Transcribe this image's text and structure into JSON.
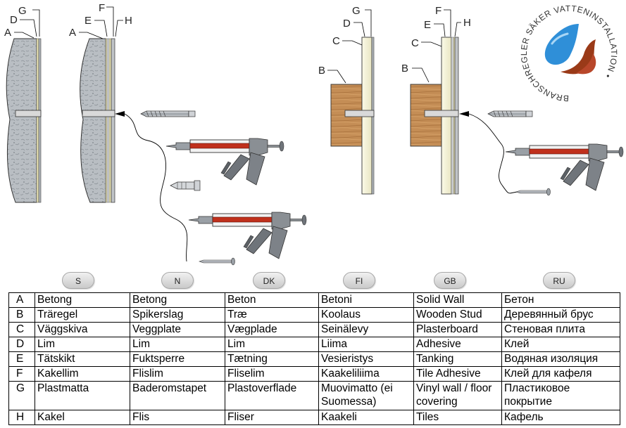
{
  "callout_letters": [
    "A",
    "B",
    "C",
    "D",
    "E",
    "F",
    "G",
    "H"
  ],
  "logo": {
    "name": "branschregler-saker-vatteninstallation-logo",
    "text": "BRANSCHREGLER SÄKER VATTENINSTALLATION •",
    "colors": {
      "drop": "#2f8fd8",
      "flame": "#9a3a18"
    }
  },
  "languages": [
    "S",
    "N",
    "DK",
    "FI",
    "GB",
    "RU"
  ],
  "rows": [
    {
      "key": "A",
      "values": [
        "Betong",
        "Betong",
        "Beton",
        "Betoni",
        "Solid Wall",
        "Бетон"
      ]
    },
    {
      "key": "B",
      "values": [
        "Träregel",
        "Spikerslag",
        "Træ",
        "Koolaus",
        "Wooden Stud",
        "Деревянный брус"
      ]
    },
    {
      "key": "C",
      "values": [
        "Väggskiva",
        "Veggplate",
        "Vægplade",
        "Seinälevy",
        "Plasterboard",
        "Стеновая плита"
      ]
    },
    {
      "key": "D",
      "values": [
        "Lim",
        "Lim",
        "Lim",
        "Liima",
        "Adhesive",
        "Клей"
      ]
    },
    {
      "key": "E",
      "values": [
        "Tätskikt",
        "Fuktsperre",
        "Tætning",
        "Vesieristys",
        "Tanking",
        "Водяная изоляция"
      ]
    },
    {
      "key": "F",
      "values": [
        "Kakellim",
        "Flislim",
        "Fliselim",
        "Kaakeliliima",
        "Tile Adhesive",
        "Клей для кафеля"
      ]
    },
    {
      "key": "G",
      "values": [
        "Plastmatta",
        "Baderomstapet",
        "Plastoverflade",
        "Muovimatto (ei Suomessa)",
        "Vinyl wall / floor covering",
        "Пластиковое покрытие"
      ]
    },
    {
      "key": "H",
      "values": [
        "Kakel",
        "Flis",
        "Fliser",
        "Kaakeli",
        "Tiles",
        "Кафель"
      ]
    }
  ],
  "colors": {
    "concrete": "#b9bec3",
    "wood": "#c48d55",
    "board": "#f3f1d6",
    "gun_red": "#c0301c",
    "gun_gray": "#8a8f94"
  }
}
